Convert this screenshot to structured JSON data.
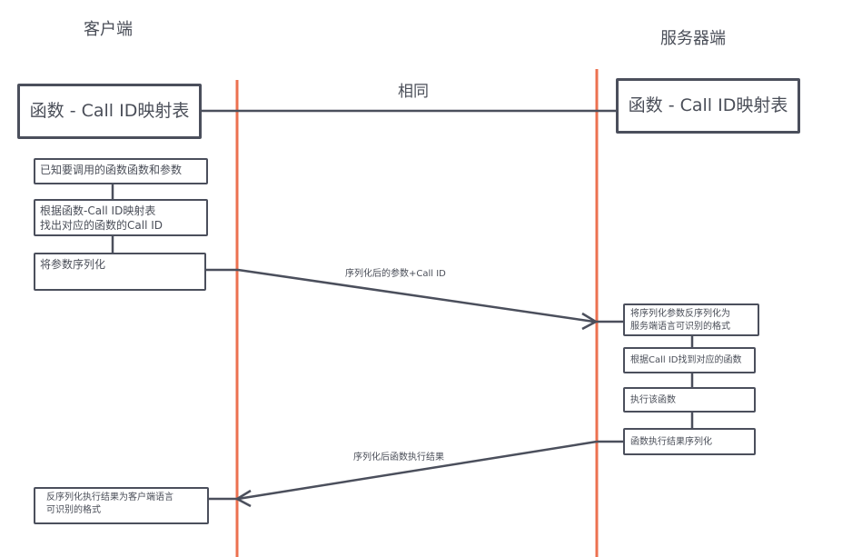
{
  "client": {
    "title": "客户端"
  },
  "server": {
    "title": "服务器端"
  },
  "middle": {
    "label": "相同"
  },
  "mapping_table": {
    "client_label": "函数 - Call ID映射表",
    "server_label": "函数 - Call ID映射表"
  },
  "client_steps": [
    {
      "lines": [
        "已知要调用的函数函数和参数"
      ]
    },
    {
      "lines": [
        "根据函数-Call ID映射表",
        "找出对应的函数的Call ID"
      ]
    },
    {
      "lines": [
        "将参数序列化"
      ]
    },
    {
      "lines": [
        "反序列化执行结果为客户端语言",
        "可识别的格式"
      ]
    }
  ],
  "server_steps": [
    {
      "lines": [
        "将序列化参数反序列化为",
        "服务端语言可识别的格式"
      ]
    },
    {
      "lines": [
        "根据Call ID找到对应的函数"
      ]
    },
    {
      "lines": [
        "执行该函数"
      ]
    },
    {
      "lines": [
        "函数执行结果序列化"
      ]
    }
  ],
  "messages": {
    "request": "序列化后的参数+Call ID",
    "response": "序列化后函数执行结果"
  },
  "colors": {
    "lifeline": "#ec7150",
    "box_border": "#4b4f5c",
    "text": "#4a4e58"
  }
}
